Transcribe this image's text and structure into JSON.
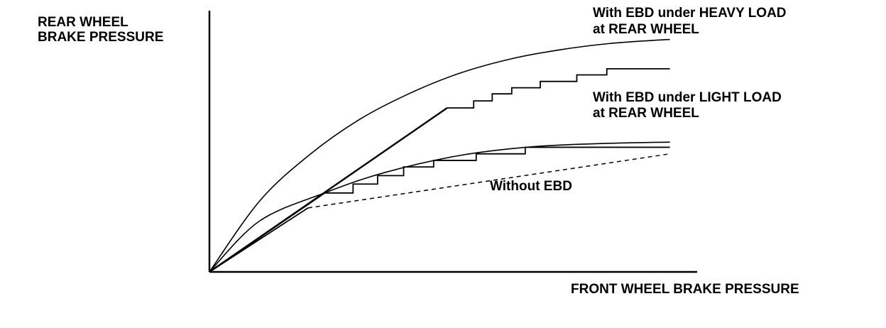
{
  "chart_data": {
    "type": "line",
    "ylabel_lines": [
      "REAR WHEEL",
      "BRAKE PRESSURE"
    ],
    "xlabel": "FRONT WHEEL BRAKE PRESSURE",
    "xlim": [
      0,
      100
    ],
    "ylim": [
      0,
      100
    ],
    "grid": false,
    "series": [
      {
        "name": "With EBD under HEAVY LOAD at REAR WHEEL",
        "label_lines": [
          "With EBD under HEAVY LOAD",
          "at REAR WHEEL"
        ],
        "ideal_curve": [
          [
            0,
            0
          ],
          [
            10,
            30.2
          ],
          [
            20,
            50
          ],
          [
            30,
            65.1
          ],
          [
            40,
            76.2
          ],
          [
            50,
            84.8
          ],
          [
            60,
            90.8
          ],
          [
            70,
            94.8
          ],
          [
            80,
            97.5
          ],
          [
            90,
            99
          ],
          [
            92,
            99.2
          ]
        ],
        "linear_segment": [
          [
            0,
            0
          ],
          [
            47.5,
            70
          ]
        ],
        "stepped": [
          [
            47.5,
            70
          ],
          [
            52.8,
            70
          ],
          [
            52.8,
            73
          ],
          [
            56.5,
            73
          ],
          [
            56.5,
            76
          ],
          [
            60.4,
            76
          ],
          [
            60.4,
            78.6
          ],
          [
            66.1,
            78.6
          ],
          [
            66.1,
            81.3
          ],
          [
            73.4,
            81.3
          ],
          [
            73.4,
            84.1
          ],
          [
            79.4,
            84.1
          ],
          [
            79.4,
            86.7
          ],
          [
            92,
            86.7
          ]
        ]
      },
      {
        "name": "With EBD under LIGHT LOAD at REAR WHEEL",
        "label_lines": [
          "With EBD under LIGHT LOAD",
          "at REAR WHEEL"
        ],
        "ideal_curve": [
          [
            0,
            0
          ],
          [
            10,
            21.7
          ],
          [
            23,
            33.7
          ],
          [
            35,
            42.4
          ],
          [
            50,
            49.7
          ],
          [
            65,
            53.5
          ],
          [
            80,
            54.9
          ],
          [
            92,
            55.4
          ]
        ],
        "linear_segment": [
          [
            0,
            0
          ],
          [
            23,
            33.7
          ]
        ],
        "stepped": [
          [
            23,
            33.7
          ],
          [
            28.7,
            33.7
          ],
          [
            28.7,
            37.5
          ],
          [
            33.6,
            37.5
          ],
          [
            33.6,
            41.1
          ],
          [
            38.8,
            41.1
          ],
          [
            38.8,
            44.8
          ],
          [
            44.8,
            44.8
          ],
          [
            44.8,
            47.6
          ],
          [
            53.3,
            47.6
          ],
          [
            53.3,
            50.4
          ],
          [
            63.1,
            50.4
          ],
          [
            63.1,
            53.2
          ],
          [
            92,
            53.2
          ]
        ]
      },
      {
        "name": "Without EBD",
        "line_style": "dashed",
        "points": [
          [
            0,
            0
          ],
          [
            19.7,
            27.3
          ],
          [
            92,
            50.4
          ]
        ]
      }
    ],
    "annotations": [
      "Without EBD"
    ]
  }
}
